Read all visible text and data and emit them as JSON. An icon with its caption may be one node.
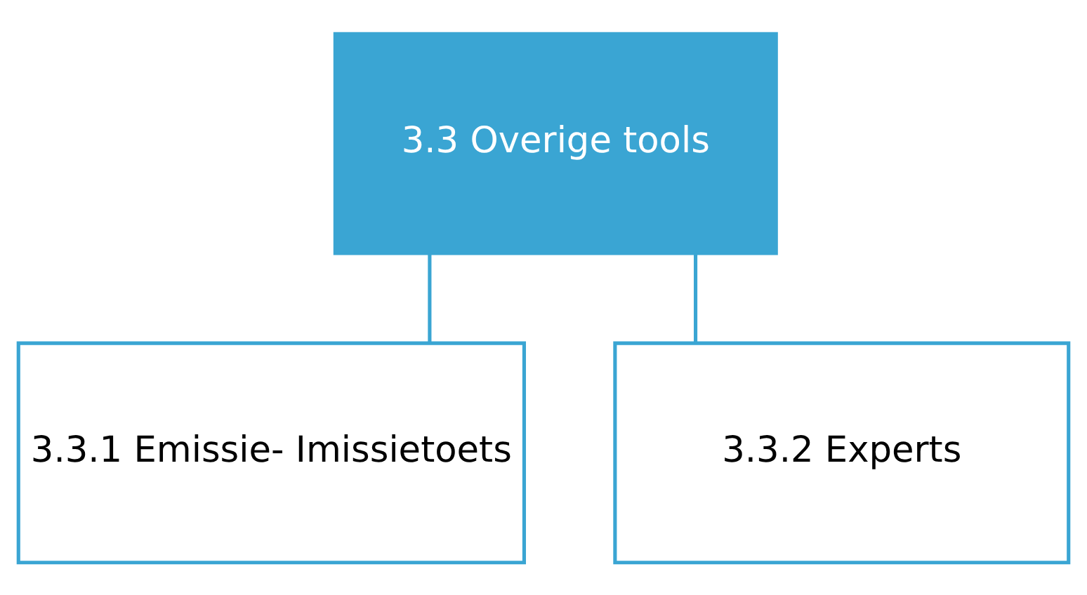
{
  "diagram": {
    "nodes": [
      {
        "text": [
          "3.3 Overige tools"
        ]
      },
      {
        "text": [
          "3.3.1 Emissie- Imissietoets"
        ]
      },
      {
        "text": [
          "3.3.2 Experts"
        ]
      }
    ],
    "edges": [
      {
        "from": 0,
        "to": 1,
        "arrow": "none"
      },
      {
        "from": 0,
        "to": 2,
        "arrow": "none"
      }
    ]
  }
}
